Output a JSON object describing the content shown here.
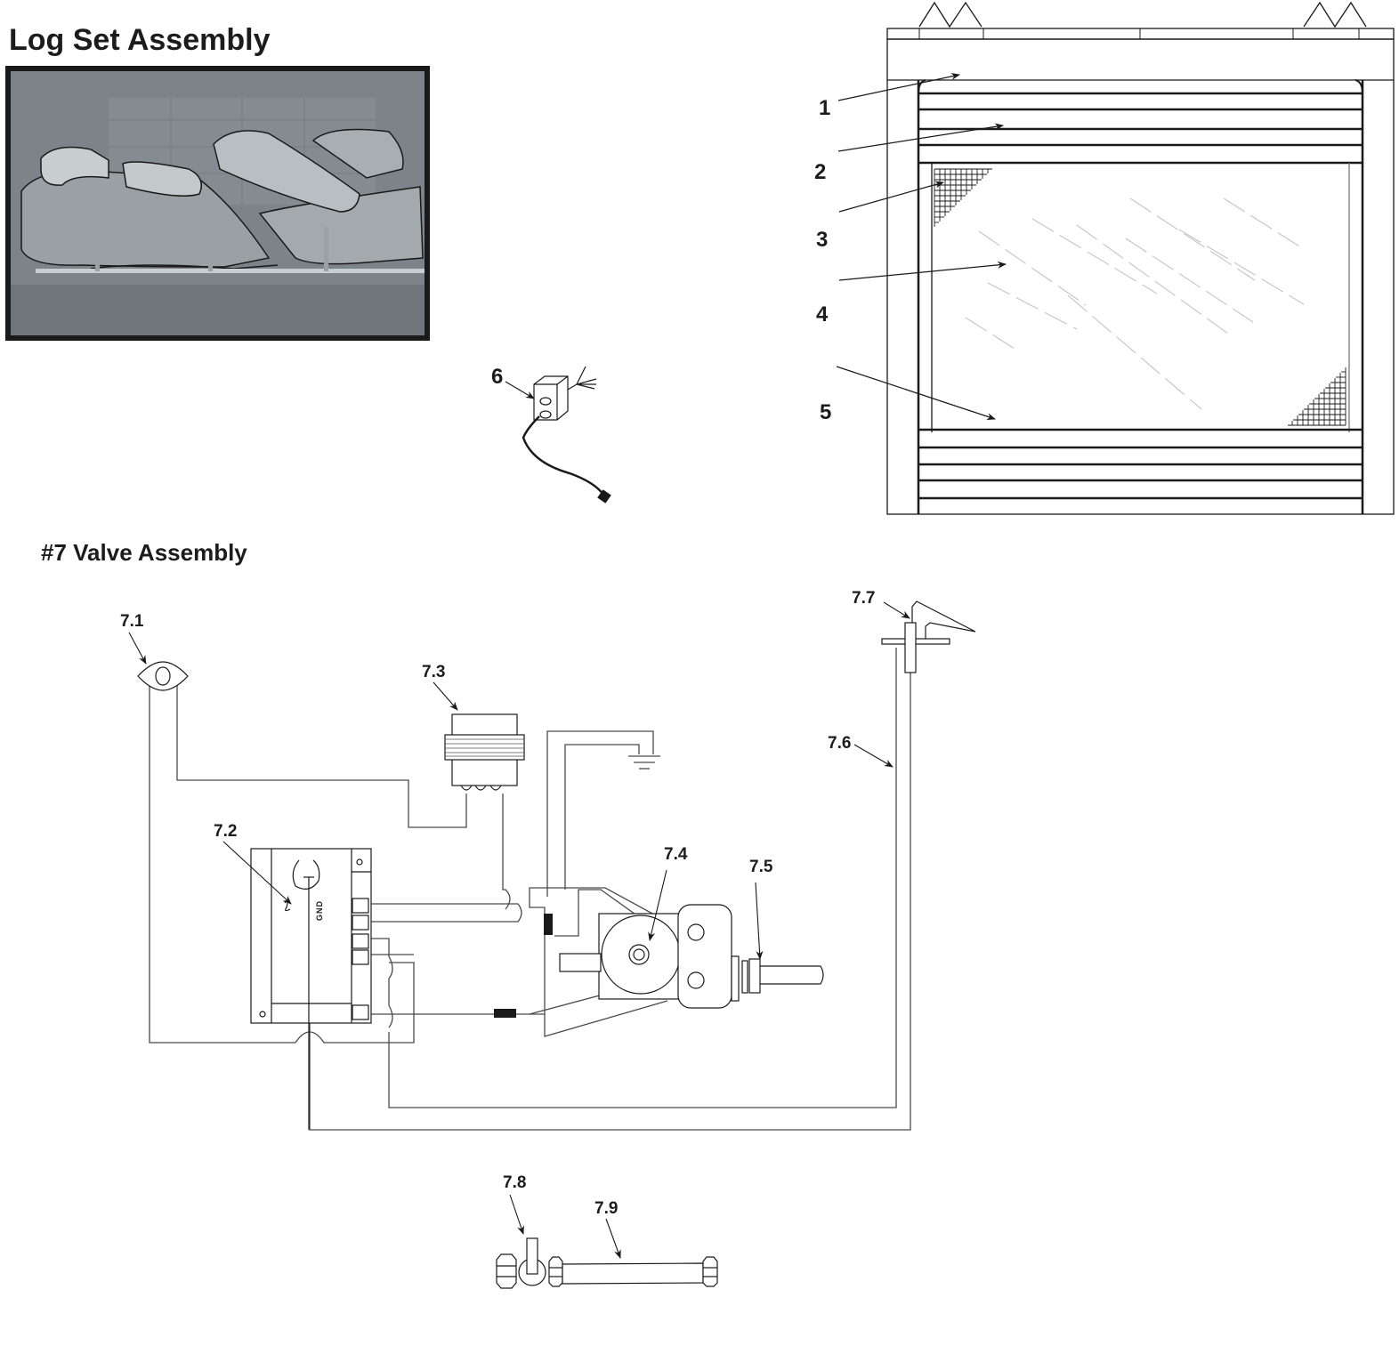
{
  "log_set": {
    "title": "Log Set Assembly"
  },
  "fireplace_callouts": [
    "1",
    "2",
    "3",
    "4",
    "5"
  ],
  "receptacle_callout": "6",
  "valve_assembly": {
    "title": "#7 Valve Assembly",
    "callouts": {
      "c71": "7.1",
      "c72": "7.2",
      "c73": "7.3",
      "c74": "7.4",
      "c75": "7.5",
      "c76": "7.6",
      "c77": "7.7",
      "c78": "7.8",
      "c79": "7.9"
    },
    "module_terminal_text": "GND"
  }
}
